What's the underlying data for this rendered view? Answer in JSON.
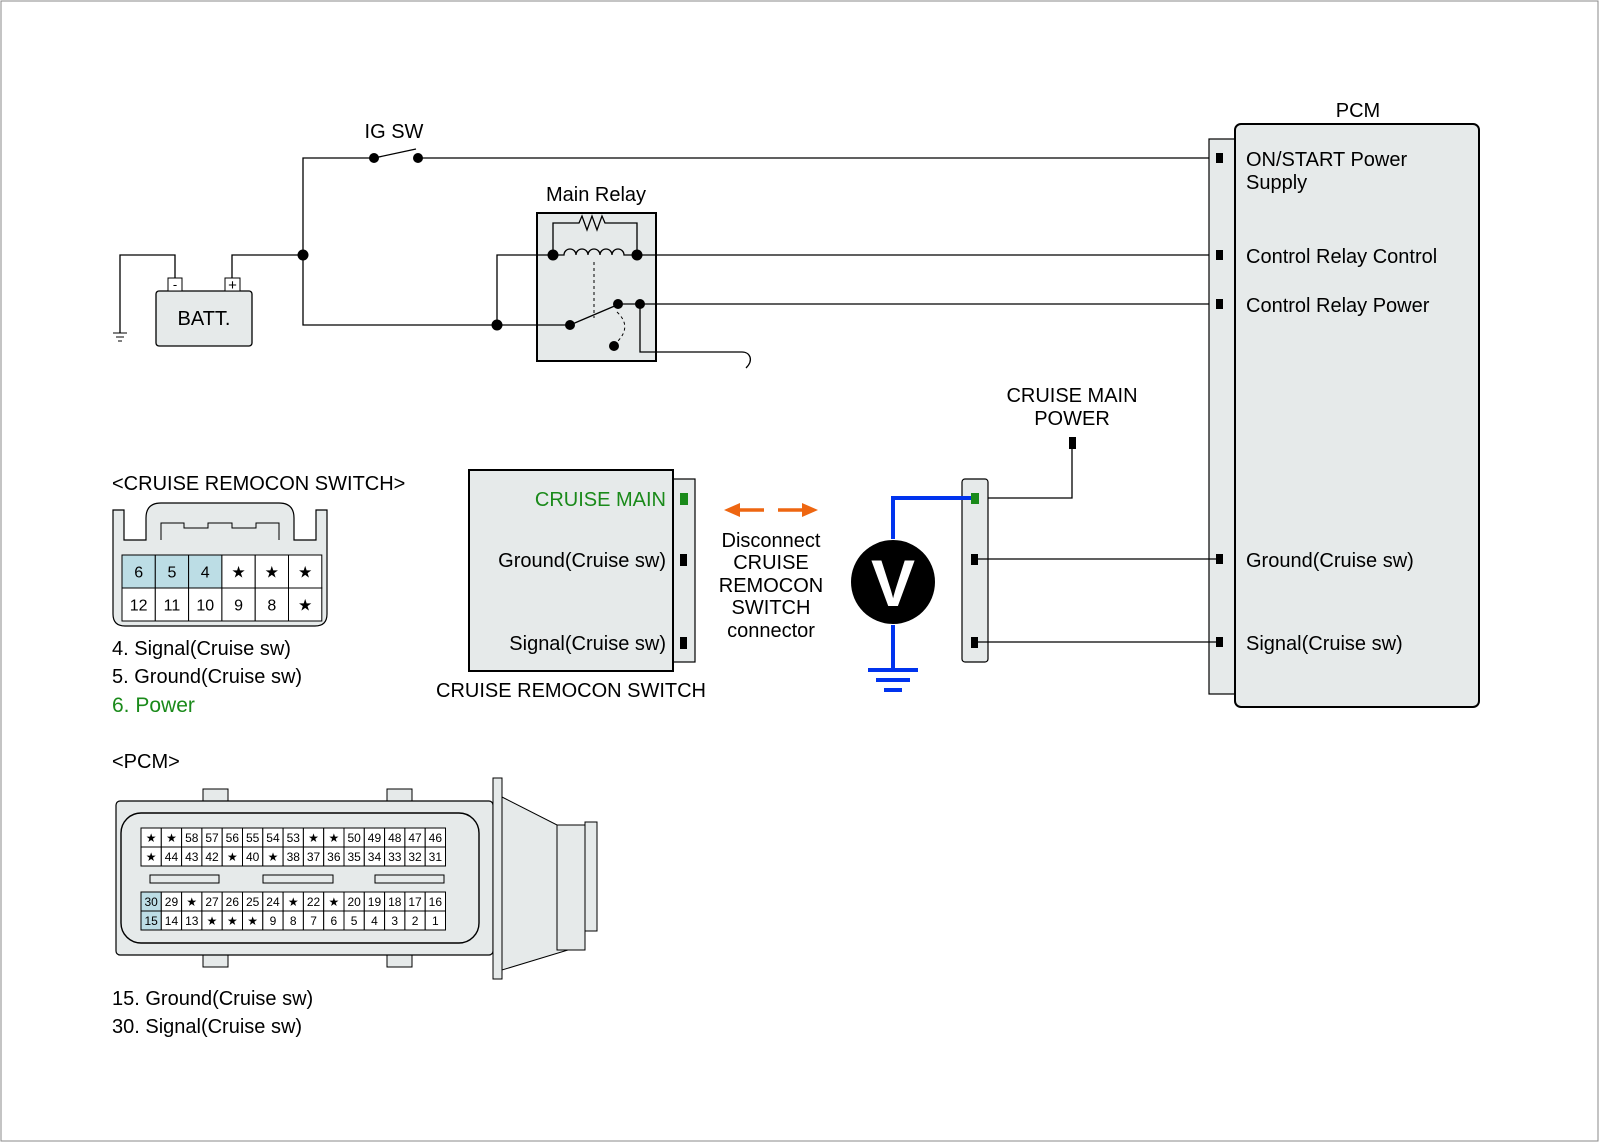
{
  "labels": {
    "ig_sw": "IG SW",
    "main_relay": "Main Relay",
    "batt": "BATT.",
    "batt_minus": "-",
    "batt_plus": "+",
    "pcm_title": "PCM",
    "cruise_main_power": [
      "CRUISE MAIN",
      "POWER"
    ],
    "voltmeter": "V",
    "disconnect_note": [
      "Disconnect",
      "CRUISE",
      "REMOCON",
      "SWITCH",
      "connector"
    ],
    "switch_caption": "CRUISE REMOCON SWITCH",
    "remocon_header": "<CRUISE REMOCON SWITCH>",
    "pcm_header": "<PCM>"
  },
  "pcm_pins": [
    "ON/START Power",
    "Supply",
    "Control Relay Control",
    "Control Relay Power",
    "Ground(Cruise sw)",
    "Signal(Cruise sw)"
  ],
  "switch_pins": [
    "CRUISE MAIN",
    "Ground(Cruise sw)",
    "Signal(Cruise sw)"
  ],
  "remocon_connector": {
    "row1": [
      "6",
      "5",
      "4",
      "★",
      "★",
      "★"
    ],
    "row2": [
      "12",
      "11",
      "10",
      "9",
      "8",
      "★"
    ],
    "legend": [
      "4. Signal(Cruise sw)",
      "5. Ground(Cruise sw)",
      "6. Power"
    ]
  },
  "pcm_connector": {
    "rowA": [
      "★",
      "★",
      "58",
      "57",
      "56",
      "55",
      "54",
      "53",
      "★",
      "★",
      "50",
      "49",
      "48",
      "47",
      "46"
    ],
    "rowB": [
      "★",
      "44",
      "43",
      "42",
      "★",
      "40",
      "★",
      "38",
      "37",
      "36",
      "35",
      "34",
      "33",
      "32",
      "31"
    ],
    "rowC": [
      "30",
      "29",
      "★",
      "27",
      "26",
      "25",
      "24",
      "★",
      "22",
      "★",
      "20",
      "19",
      "18",
      "17",
      "16"
    ],
    "rowD": [
      "15",
      "14",
      "13",
      "★",
      "★",
      "★",
      "9",
      "8",
      "7",
      "6",
      "5",
      "4",
      "3",
      "2",
      "1"
    ],
    "legend": [
      "15. Ground(Cruise sw)",
      "30. Signal(Cruise sw)"
    ]
  },
  "colors": {
    "green": "#1a8a1a",
    "meter_wire": "#0033ee",
    "arrow": "#ee6611",
    "highlight": "#bcdde5"
  }
}
